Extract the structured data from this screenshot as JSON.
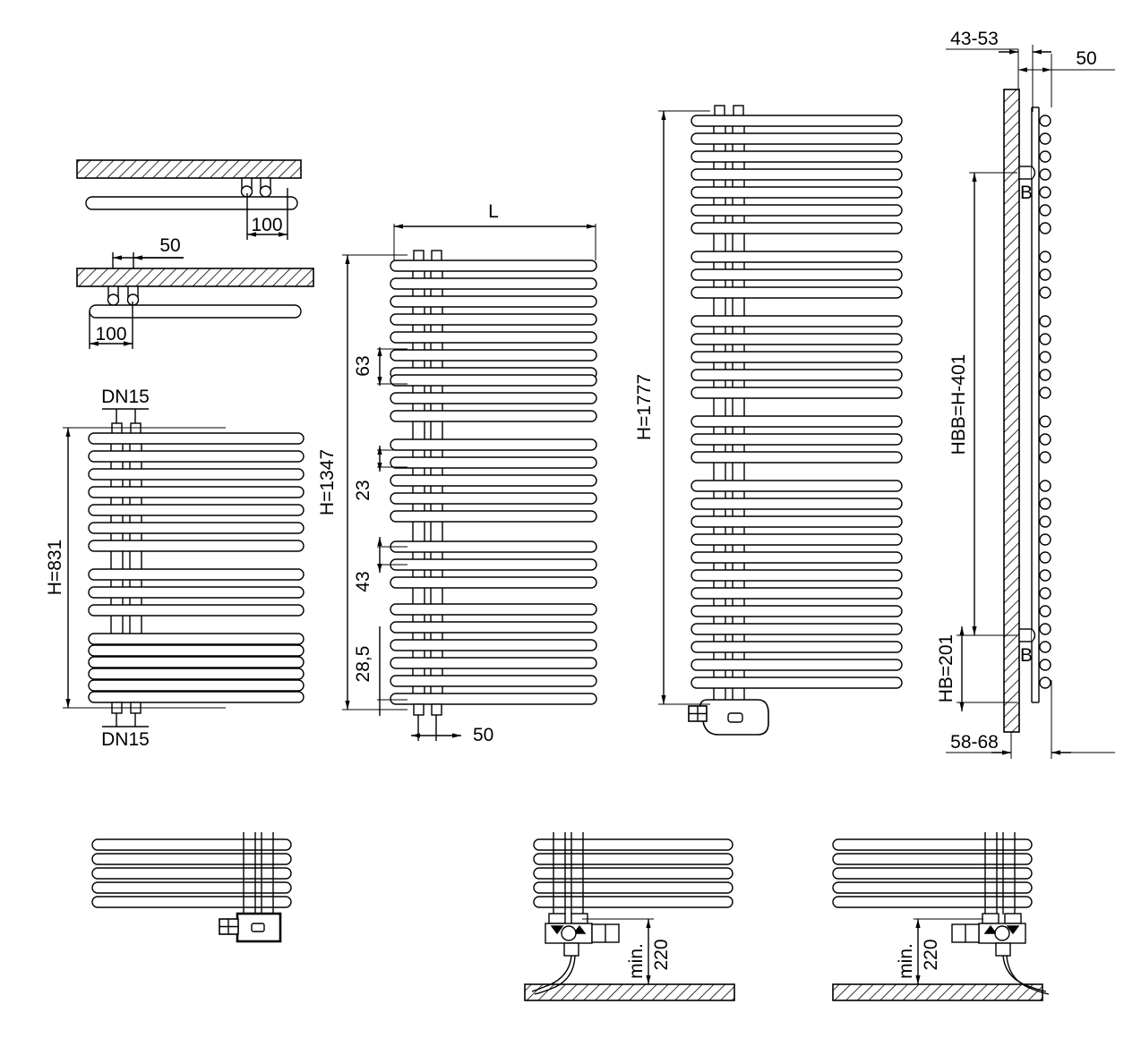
{
  "drawing": {
    "title": "Radiator technical dimension drawing",
    "line_color": "#000000",
    "hatch_color": "#000000",
    "background": "#ffffff"
  },
  "views": {
    "wall_detail_top": {
      "name": "top-wall-mount-detail",
      "dimension_offset": "100"
    },
    "wall_detail_bottom": {
      "name": "bottom-wall-mount-detail",
      "dimension_spacing": "50",
      "dimension_offset": "100"
    },
    "radiator_small": {
      "name": "radiator-front-small",
      "height_label": "H=831",
      "connection_top": "DN15",
      "connection_bottom": "DN15"
    },
    "radiator_medium": {
      "name": "radiator-front-medium",
      "length_label": "L",
      "height_label": "H=1347",
      "spacing_63": "63",
      "spacing_23": "23",
      "spacing_43": "43",
      "spacing_285": "28,5",
      "bottom_offset": "50"
    },
    "radiator_large": {
      "name": "radiator-front-large-electric",
      "height_label": "H=1777"
    },
    "side_view": {
      "name": "radiator-side-section",
      "wall_gap_top": "43-53",
      "depth_50": "50",
      "bracket_top_label": "B",
      "bracket_bottom_label": "B",
      "hbb_label": "HBB=H-401",
      "hb_label": "HB=201",
      "wall_gap_bottom": "58-68"
    },
    "detail_electric": {
      "name": "detail-electric-element"
    },
    "detail_valve_left": {
      "name": "detail-valve-left-connection",
      "min_label": "min.",
      "dimension": "220"
    },
    "detail_valve_right": {
      "name": "detail-valve-right-connection",
      "min_label": "min.",
      "dimension": "220"
    }
  },
  "labels": {
    "dn15_top": "DN15",
    "dn15_bottom": "DN15",
    "h831": "H=831",
    "h1347": "H=1347",
    "h1777": "H=1777",
    "length_L": "L",
    "dim_100_top": "100",
    "dim_50_top": "50",
    "dim_100_bottom": "100",
    "dim_63": "63",
    "dim_23": "23",
    "dim_43": "43",
    "dim_285": "28,5",
    "dim_50_bottom": "50",
    "dim_43_53": "43-53",
    "dim_50_side": "50",
    "bracket_b_top": "B",
    "bracket_b_bottom": "B",
    "hbb": "HBB=H-401",
    "hb": "HB=201",
    "dim_58_68": "58-68",
    "min_1": "min.",
    "dim_220_1": "220",
    "min_2": "min.",
    "dim_220_2": "220"
  }
}
